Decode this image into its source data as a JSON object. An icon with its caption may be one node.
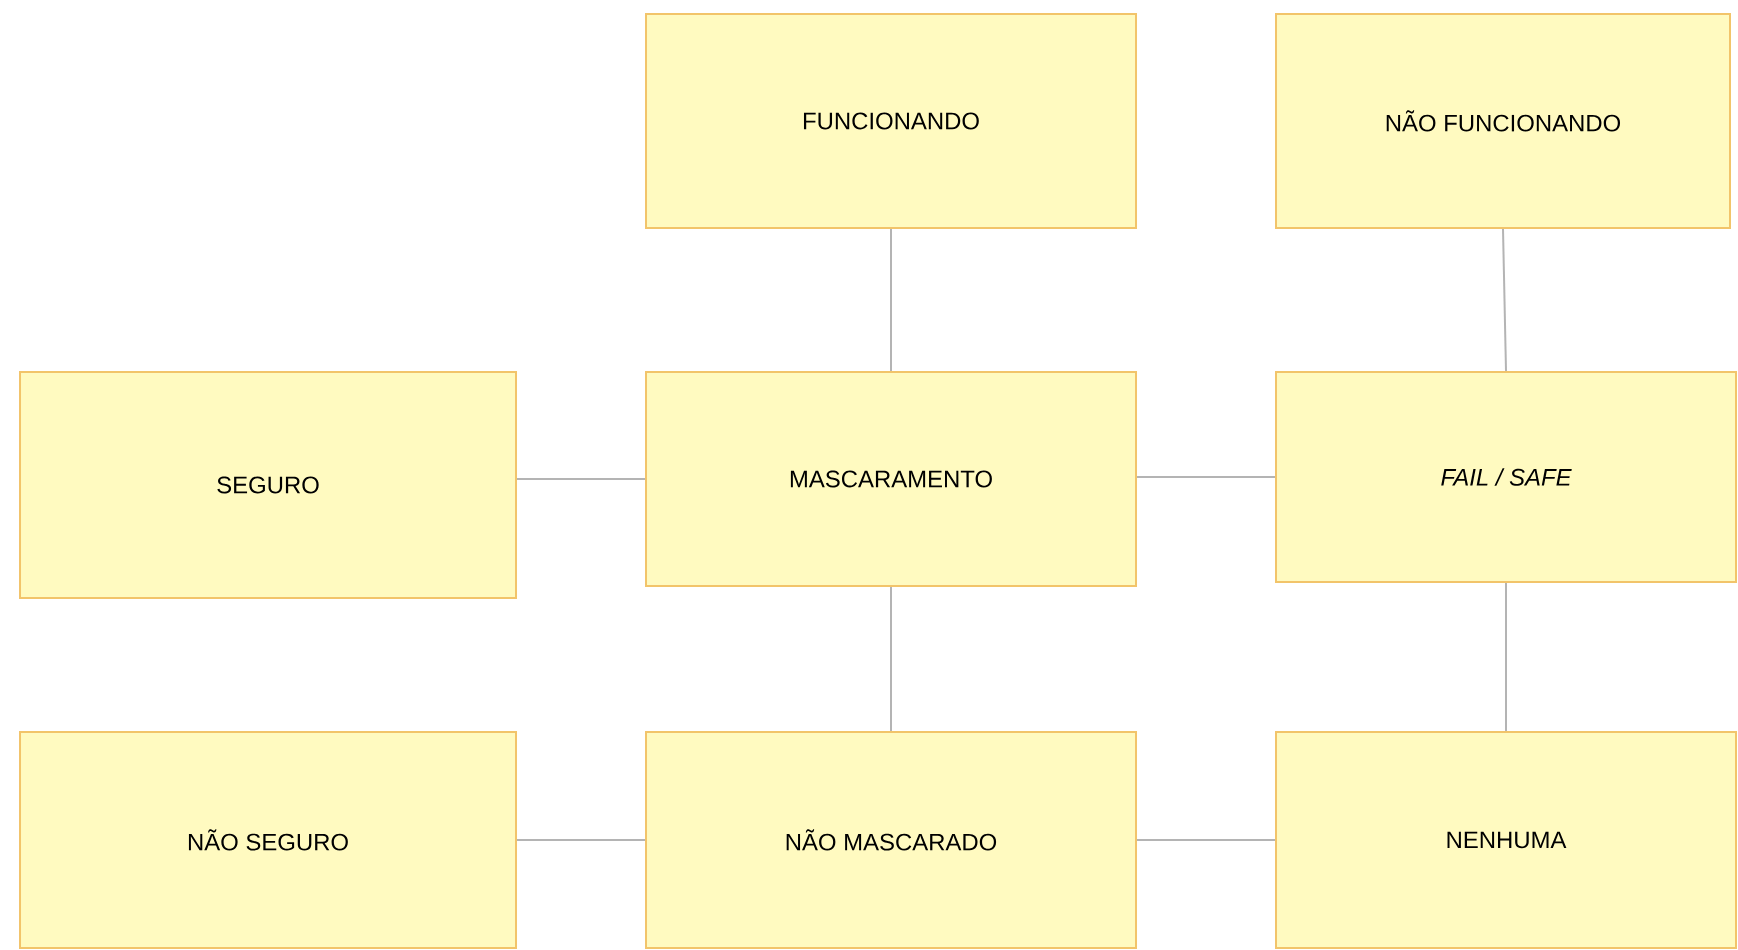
{
  "diagram": {
    "nodes": [
      {
        "text": [
          "FUNCIONANDO"
        ]
      },
      {
        "text": [
          "NÃO FUNCIONANDO"
        ]
      },
      {
        "text": [
          "SEGURO"
        ]
      },
      {
        "text": [
          "MASCARAMENTO"
        ]
      },
      {
        "text": [
          "FAIL / SAFE"
        ]
      },
      {
        "text": [
          "NÃO SEGURO"
        ]
      },
      {
        "text": [
          "NÃO MASCARADO"
        ]
      },
      {
        "text": [
          "NENHUMA"
        ]
      }
    ],
    "edges": [
      {
        "from": 0,
        "to": 3,
        "arrow": "none"
      },
      {
        "from": 1,
        "to": 4,
        "arrow": "none"
      },
      {
        "from": 2,
        "to": 3,
        "arrow": "none"
      },
      {
        "from": 3,
        "to": 4,
        "arrow": "none"
      },
      {
        "from": 3,
        "to": 6,
        "arrow": "none"
      },
      {
        "from": 4,
        "to": 7,
        "arrow": "none"
      },
      {
        "from": 5,
        "to": 6,
        "arrow": "none"
      },
      {
        "from": 6,
        "to": 7,
        "arrow": "none"
      }
    ]
  }
}
